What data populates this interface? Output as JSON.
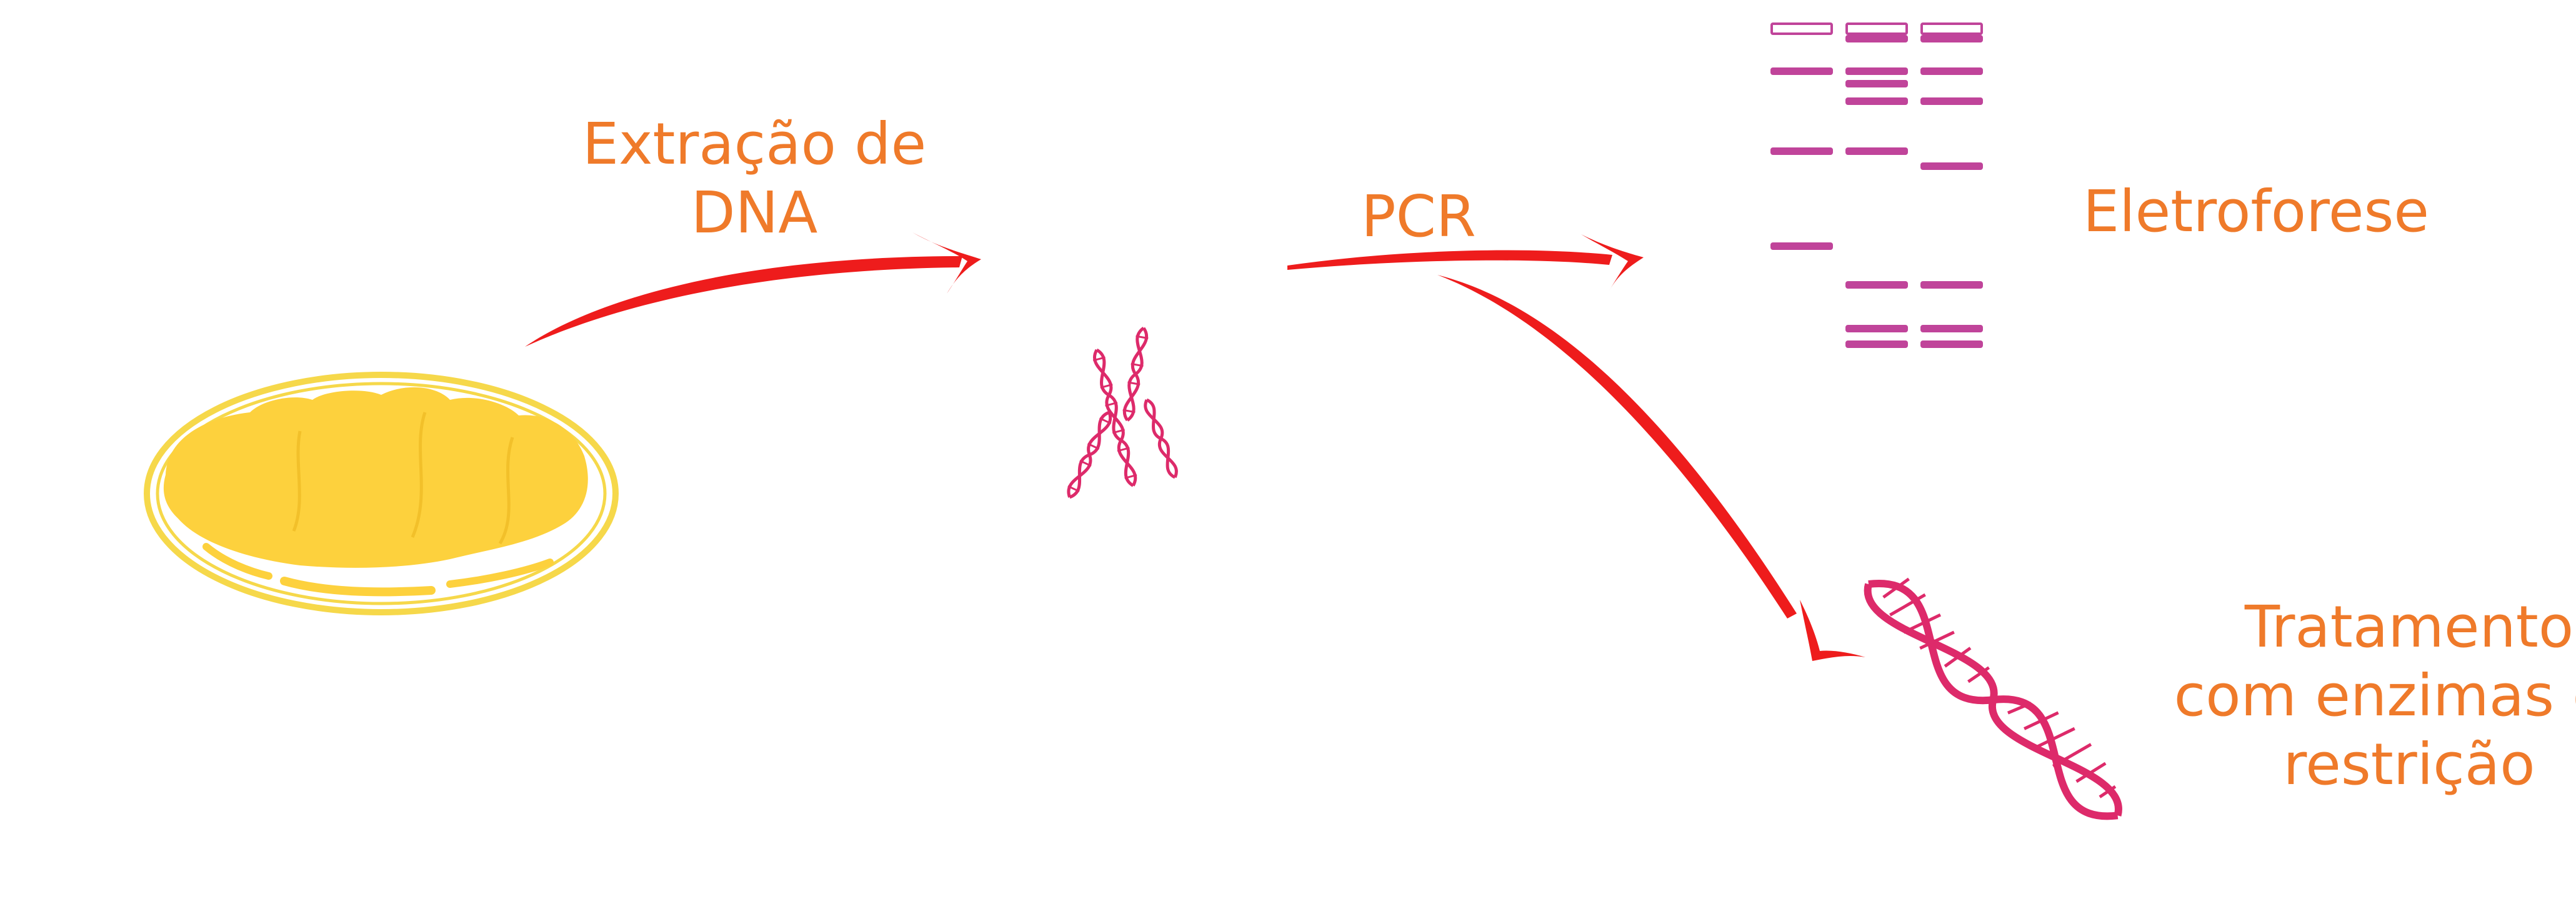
{
  "labels": {
    "extraction_line1": "Extração de",
    "extraction_line2": "DNA",
    "pcr": "PCR",
    "electrophoresis": "Eletroforese",
    "restriction_line1": "Tratamento",
    "restriction_line2": "com enzimas de",
    "restriction_line3": "restrição"
  },
  "colors": {
    "label": "#ef7a2a",
    "arrow": "#ee1c1c",
    "colony": "#fdd13d",
    "plate_rim": "#f6d84a",
    "dna": "#dd2a6a",
    "gel_band": "#c0449a"
  },
  "icons": {
    "petri_dish": "petri-dish-with-bacterial-colonies",
    "dna_small": "dna-double-helix-icon",
    "gel": "electrophoresis-gel-icon",
    "dna_large": "dna-double-helix-icon"
  },
  "gel": {
    "lanes": 3,
    "bands": [
      [
        true,
        true,
        true
      ],
      [
        false,
        true,
        true
      ],
      [
        true,
        true,
        true
      ],
      [
        false,
        true,
        false
      ],
      [
        false,
        true,
        true
      ],
      [
        true,
        true,
        false
      ],
      [
        false,
        false,
        true
      ],
      [
        true,
        false,
        false
      ],
      [
        false,
        true,
        true
      ],
      [
        false,
        true,
        true
      ],
      [
        false,
        true,
        true
      ]
    ]
  }
}
